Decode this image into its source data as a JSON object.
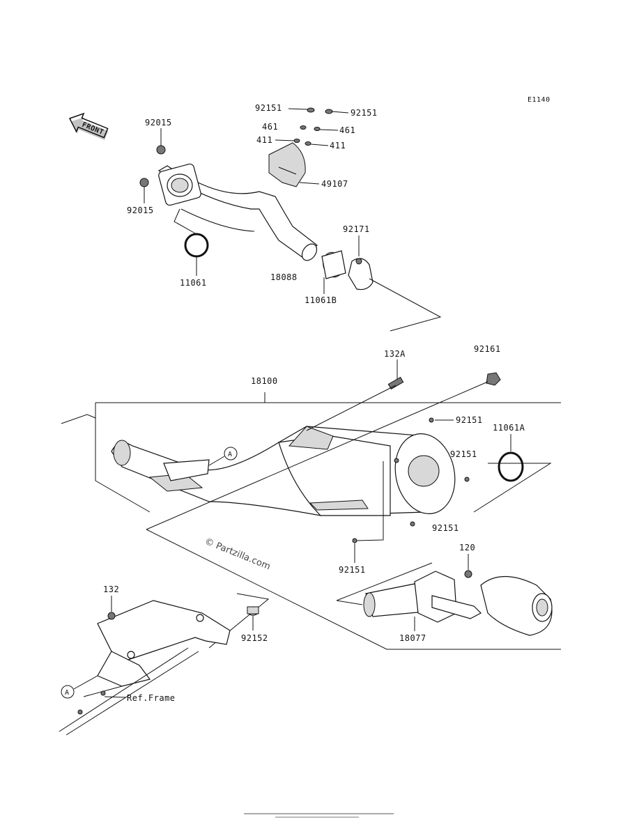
{
  "diagram": {
    "code": "E1140",
    "front_label": "FRONT",
    "watermark": "© Partzilla.com",
    "labels": {
      "p92151_a": "92151",
      "p92151_b": "92151",
      "p461_a": "461",
      "p461_b": "461",
      "p411_a": "411",
      "p411_b": "411",
      "p49107": "49107",
      "p92015_a": "92015",
      "p92015_b": "92015",
      "p11061": "11061",
      "p18088": "18088",
      "p92171": "92171",
      "p11061B": "11061B",
      "p132A": "132A",
      "p92161": "92161",
      "p18100": "18100",
      "p92151_c": "92151",
      "p11061A": "11061A",
      "p92151_d": "92151",
      "p92151_e": "92151",
      "p92151_f": "92151",
      "p120": "120",
      "p132": "132",
      "p92152": "92152",
      "p18077": "18077",
      "ref_frame": "Ref.Frame",
      "ref_a_1": "A",
      "ref_a_2": "A"
    }
  }
}
